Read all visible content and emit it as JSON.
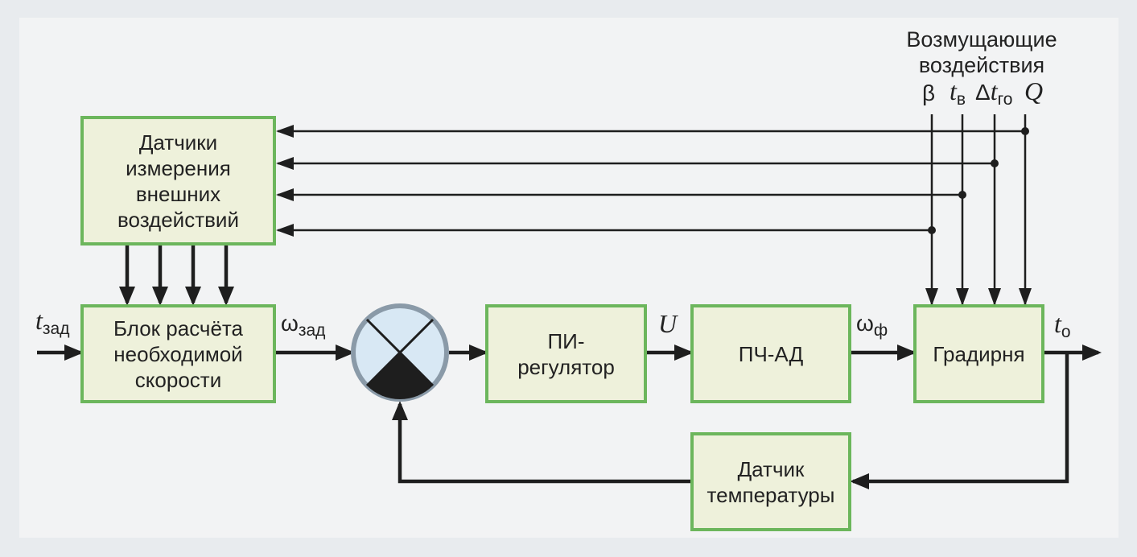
{
  "blocks": {
    "sensors": "Датчики\nизмерения\nвнешних\nвоздействий",
    "speed_calc": "Блок расчёта\nнеобходимой\nскорости",
    "pi": "ПИ-\nрегулятор",
    "inverter": "ПЧ-АД",
    "tower": "Градирня",
    "temp_sensor": "Датчик\nтемпературы"
  },
  "disturbances": {
    "title": "Возмущающие\nвоздействия",
    "beta": "β",
    "t_main": "t",
    "t_sub": "в",
    "delta": "Δ",
    "dt_main": "t",
    "dt_sub": "го",
    "q": "Q"
  },
  "signals": {
    "t_set_main": "t",
    "t_set_sub": "зад",
    "omega_set_main": "ω",
    "omega_set_sub": "зад",
    "u": "U",
    "omega_f_main": "ω",
    "omega_f_sub": "ф",
    "t_out_main": "t",
    "t_out_sub": "о"
  },
  "colors": {
    "block_fill": "#eef1db",
    "block_border": "#6cb65c",
    "comparator_fill": "#d8e8f4",
    "comparator_border": "#8a9aa8",
    "wire": "#1e1e1e"
  }
}
